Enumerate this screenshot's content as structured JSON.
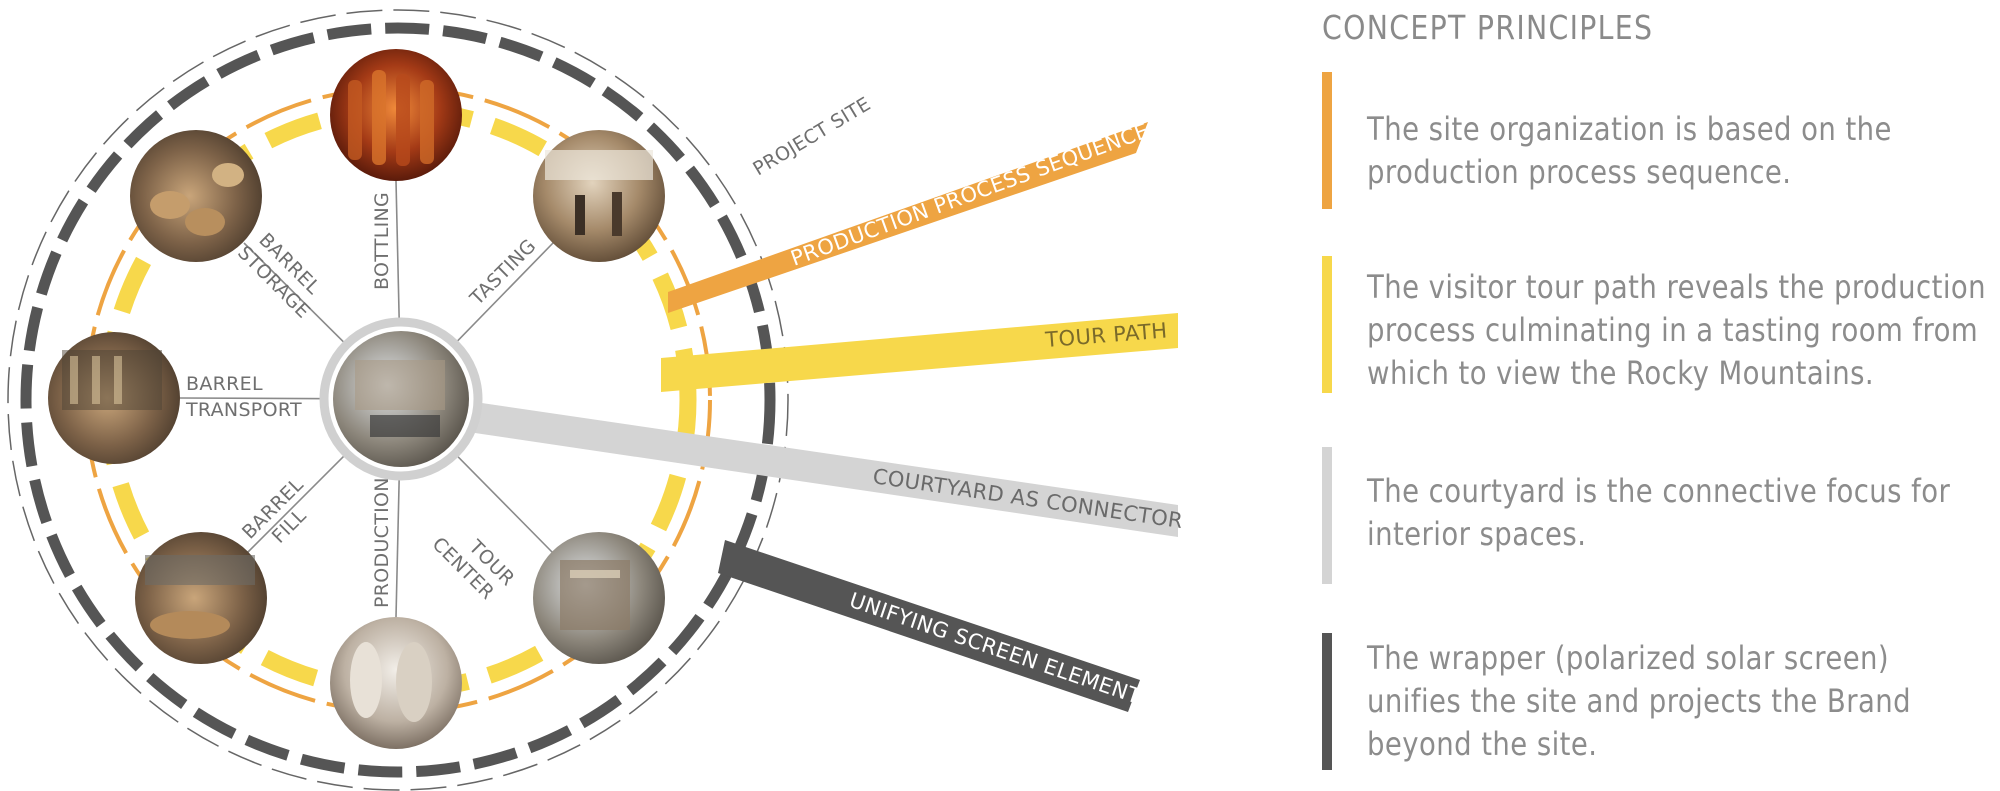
{
  "colors": {
    "orange": "#eea442",
    "yellow": "#f7d84b",
    "light_gray": "#d4d4d4",
    "dark_gray": "#555555",
    "text_gray": "#8c8c8c",
    "photo_placeholder": "#b9a58c"
  },
  "diagram": {
    "project_site_label": "PROJECT SITE",
    "spokes": [
      {
        "id": "bottling",
        "label": "BOTTLING",
        "photo": "bottles-photo"
      },
      {
        "id": "tasting",
        "label": "TASTING",
        "photo": "tasting-room-photo"
      },
      {
        "id": "tour-center",
        "label": "TOUR CENTER",
        "photo": "tour-center-photo"
      },
      {
        "id": "production",
        "label": "PRODUCTION",
        "photo": "stills-photo"
      },
      {
        "id": "barrel-fill",
        "label": "BARREL FILL",
        "photo": "barrel-fill-photo"
      },
      {
        "id": "barrel-transport",
        "label": "BARREL TRANSPORT",
        "photo": "barrel-transport-photo"
      },
      {
        "id": "barrel-storage",
        "label": "BARREL STORAGE",
        "photo": "barrel-storage-photo"
      }
    ],
    "center_photo": "courtyard-photo",
    "bands": [
      {
        "id": "production-process",
        "label": "PRODUCTION PROCESS SEQUENCE",
        "color": "#eea442",
        "text_color": "#ffffff"
      },
      {
        "id": "tour-path",
        "label": "TOUR PATH",
        "color": "#f7d84b",
        "text_color": "#7a6a2a"
      },
      {
        "id": "courtyard",
        "label": "COURTYARD AS CONNECTOR",
        "color": "#d4d4d4",
        "text_color": "#6a6a6a"
      },
      {
        "id": "screen",
        "label": "UNIFYING SCREEN ELEMENT",
        "color": "#555555",
        "text_color": "#ffffff"
      }
    ]
  },
  "principles": {
    "title": "CONCEPT PRINCIPLES",
    "items": [
      {
        "color": "#eea442",
        "text": "The site organization is based on the production process sequence."
      },
      {
        "color": "#f7d84b",
        "text": "The visitor tour path reveals the production process culminating in a tasting room from which to view the Rocky Mountains."
      },
      {
        "color": "#d4d4d4",
        "text": "The courtyard is the connective focus for interior spaces."
      },
      {
        "color": "#555555",
        "text": "The wrapper (polarized solar screen) unifies the site and projects the Brand beyond the site."
      }
    ]
  }
}
